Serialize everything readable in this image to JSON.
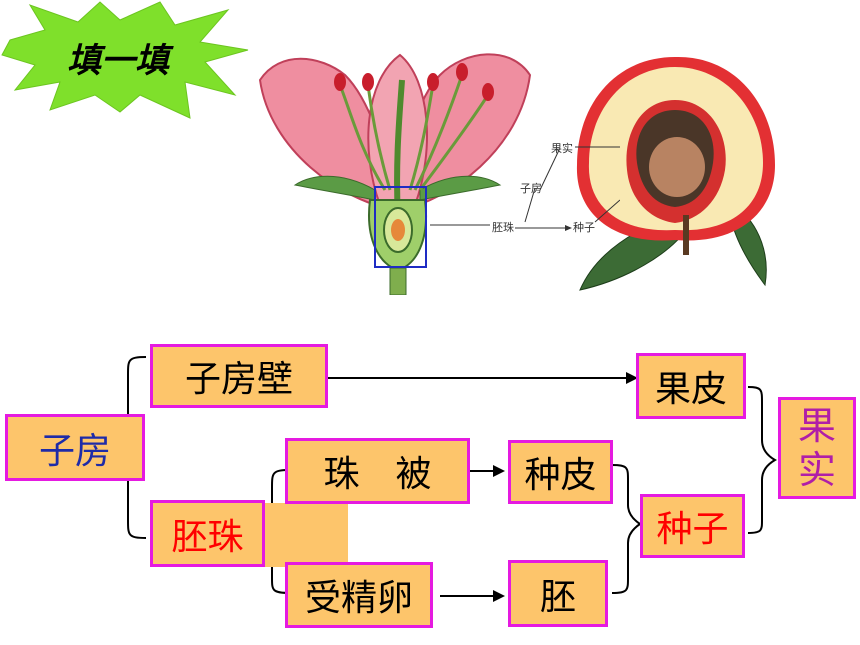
{
  "badge": {
    "label": "填一填",
    "color": "#7fe02b"
  },
  "figure_labels": {
    "fruit_flesh": "果实",
    "ovary": "子房",
    "ovule": "胚珠",
    "seed": "种子"
  },
  "boxes": {
    "ovary": "子房",
    "ovary_wall": "子房壁",
    "ovule": "胚珠",
    "integument": "珠　被",
    "fertilized_egg": "受精卵",
    "pericarp": "果皮",
    "seed_coat": "种皮",
    "embryo": "胚",
    "seed": "种子",
    "fruit_line1": "果",
    "fruit_line2": "实"
  },
  "colors": {
    "box_fill": "#fdc56b",
    "box_border": "#e51ae0",
    "emphasis_red": "#ff0000",
    "emphasis_blue": "#1e2ba8"
  }
}
